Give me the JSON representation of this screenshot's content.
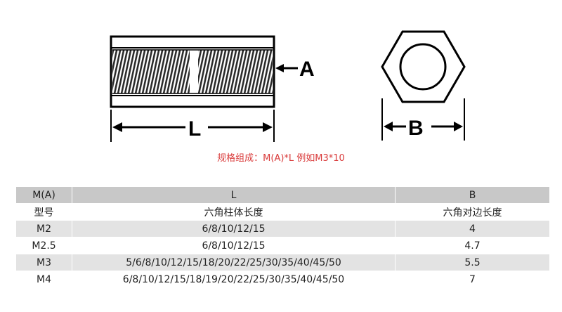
{
  "diagram": {
    "label_a": "A",
    "label_l": "L",
    "label_b": "B"
  },
  "caption": "规格组成：M(A)*L 例如M3*10",
  "table": {
    "header": [
      "M(A)",
      "L",
      "B"
    ],
    "rows": [
      [
        "型号",
        "六角柱体长度",
        "六角对边长度"
      ],
      [
        "M2",
        "6/8/10/12/15",
        "4"
      ],
      [
        "M2.5",
        "6/8/10/12/15",
        "4.7"
      ],
      [
        "M3",
        "5/6/8/10/12/15/18/20/22/25/30/35/40/45/50",
        "5.5"
      ],
      [
        "M4",
        "6/8/10/12/15/18/19/20/22/25/30/35/40/45/50",
        "7"
      ]
    ]
  }
}
